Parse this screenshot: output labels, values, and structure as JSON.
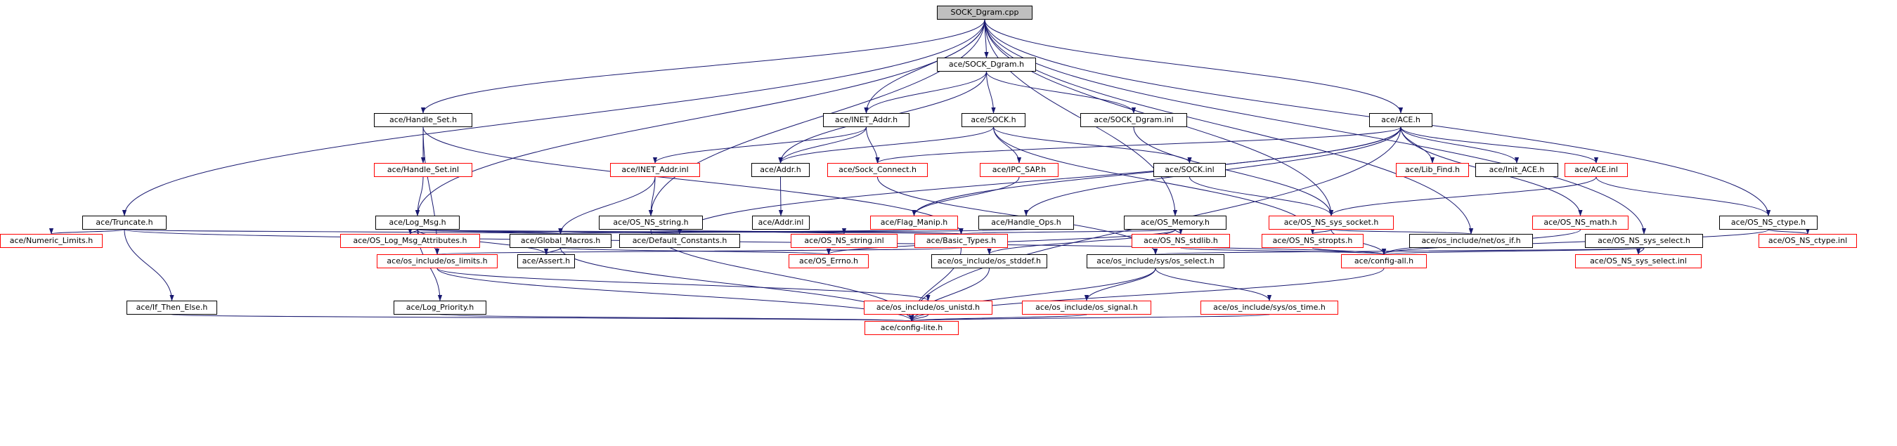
{
  "graph": {
    "colors": {
      "edge": "#191970",
      "node_border": "#000000",
      "missing_border": "#ff0000",
      "root_fill": "#bfbfbf"
    },
    "nodes": [
      {
        "id": "sock_dgram_cpp",
        "label": "SOCK_Dgram.cpp",
        "root": true
      },
      {
        "id": "sock_dgram_h",
        "label": "ace/SOCK_Dgram.h"
      },
      {
        "id": "handle_set_h",
        "label": "ace/Handle_Set.h"
      },
      {
        "id": "inet_addr_h",
        "label": "ace/INET_Addr.h"
      },
      {
        "id": "sock_h",
        "label": "ace/SOCK.h"
      },
      {
        "id": "sock_dgram_inl",
        "label": "ace/SOCK_Dgram.inl"
      },
      {
        "id": "ace_h",
        "label": "ace/ACE.h"
      },
      {
        "id": "handle_set_inl",
        "label": "ace/Handle_Set.inl",
        "missing": true
      },
      {
        "id": "inet_addr_inl",
        "label": "ace/INET_Addr.inl",
        "missing": true
      },
      {
        "id": "addr_h",
        "label": "ace/Addr.h"
      },
      {
        "id": "sock_connect_h",
        "label": "ace/Sock_Connect.h",
        "missing": true
      },
      {
        "id": "ipc_sap_h",
        "label": "ace/IPC_SAP.h",
        "missing": true
      },
      {
        "id": "sock_inl",
        "label": "ace/SOCK.inl"
      },
      {
        "id": "lib_find_h",
        "label": "ace/Lib_Find.h",
        "missing": true
      },
      {
        "id": "init_ace_h",
        "label": "ace/Init_ACE.h"
      },
      {
        "id": "ace_inl",
        "label": "ace/ACE.inl",
        "missing": true
      },
      {
        "id": "truncate_h",
        "label": "ace/Truncate.h"
      },
      {
        "id": "log_msg_h",
        "label": "ace/Log_Msg.h"
      },
      {
        "id": "os_ns_string_h",
        "label": "ace/OS_NS_string.h"
      },
      {
        "id": "addr_inl",
        "label": "ace/Addr.inl"
      },
      {
        "id": "flag_manip_h",
        "label": "ace/Flag_Manip.h",
        "missing": true
      },
      {
        "id": "handle_ops_h",
        "label": "ace/Handle_Ops.h"
      },
      {
        "id": "os_memory_h",
        "label": "ace/OS_Memory.h"
      },
      {
        "id": "os_ns_sys_socket_h",
        "label": "ace/OS_NS_sys_socket.h",
        "missing": true
      },
      {
        "id": "os_ns_math_h",
        "label": "ace/OS_NS_math.h",
        "missing": true
      },
      {
        "id": "os_ns_ctype_h",
        "label": "ace/OS_NS_ctype.h"
      },
      {
        "id": "numeric_limits_h",
        "label": "ace/Numeric_Limits.h",
        "missing": true
      },
      {
        "id": "os_log_msg_attributes_h",
        "label": "ace/OS_Log_Msg_Attributes.h",
        "missing": true
      },
      {
        "id": "global_macros_h",
        "label": "ace/Global_Macros.h"
      },
      {
        "id": "default_constants_h",
        "label": "ace/Default_Constants.h"
      },
      {
        "id": "os_ns_string_inl",
        "label": "ace/OS_NS_string.inl",
        "missing": true
      },
      {
        "id": "basic_types_h",
        "label": "ace/Basic_Types.h",
        "missing": true
      },
      {
        "id": "os_ns_stdlib_h",
        "label": "ace/OS_NS_stdlib.h",
        "missing": true
      },
      {
        "id": "os_ns_stropts_h",
        "label": "ace/OS_NS_stropts.h",
        "missing": true
      },
      {
        "id": "os_if_h",
        "label": "ace/os_include/net/os_if.h"
      },
      {
        "id": "os_ns_sys_select_h",
        "label": "ace/OS_NS_sys_select.h"
      },
      {
        "id": "os_ns_ctype_inl",
        "label": "ace/OS_NS_ctype.inl",
        "missing": true
      },
      {
        "id": "os_limits_h",
        "label": "ace/os_include/os_limits.h",
        "missing": true
      },
      {
        "id": "assert_h",
        "label": "ace/Assert.h"
      },
      {
        "id": "os_errno_h",
        "label": "ace/OS_Errno.h",
        "missing": true
      },
      {
        "id": "os_stddef_h",
        "label": "ace/os_include/os_stddef.h"
      },
      {
        "id": "os_select_h",
        "label": "ace/os_include/sys/os_select.h"
      },
      {
        "id": "config_all_h",
        "label": "ace/config-all.h",
        "missing": true
      },
      {
        "id": "os_ns_sys_select_inl",
        "label": "ace/OS_NS_sys_select.inl",
        "missing": true
      },
      {
        "id": "if_then_else_h",
        "label": "ace/If_Then_Else.h"
      },
      {
        "id": "log_priority_h",
        "label": "ace/Log_Priority.h"
      },
      {
        "id": "os_unistd_h",
        "label": "ace/os_include/os_unistd.h",
        "missing": true
      },
      {
        "id": "os_signal_h",
        "label": "ace/os_include/os_signal.h",
        "missing": true
      },
      {
        "id": "os_time_h",
        "label": "ace/os_include/sys/os_time.h",
        "missing": true
      },
      {
        "id": "config_lite_h",
        "label": "ace/config-lite.h",
        "missing": true
      }
    ],
    "edges": [
      [
        "sock_dgram_cpp",
        "sock_dgram_h"
      ],
      [
        "sock_dgram_cpp",
        "handle_set_h"
      ],
      [
        "sock_dgram_cpp",
        "inet_addr_h"
      ],
      [
        "sock_dgram_cpp",
        "ace_h"
      ],
      [
        "sock_dgram_cpp",
        "truncate_h"
      ],
      [
        "sock_dgram_cpp",
        "log_msg_h"
      ],
      [
        "sock_dgram_cpp",
        "os_ns_string_h"
      ],
      [
        "sock_dgram_cpp",
        "os_memory_h"
      ],
      [
        "sock_dgram_cpp",
        "os_ns_sys_socket_h"
      ],
      [
        "sock_dgram_cpp",
        "os_if_h"
      ],
      [
        "sock_dgram_cpp",
        "os_ns_ctype_h"
      ],
      [
        "sock_dgram_cpp",
        "os_ns_sys_select_h"
      ],
      [
        "sock_dgram_h",
        "inet_addr_h"
      ],
      [
        "sock_dgram_h",
        "sock_h"
      ],
      [
        "sock_dgram_h",
        "sock_dgram_inl"
      ],
      [
        "sock_dgram_h",
        "addr_h"
      ],
      [
        "handle_set_h",
        "handle_set_inl"
      ],
      [
        "handle_set_h",
        "os_limits_h"
      ],
      [
        "handle_set_h",
        "basic_types_h"
      ],
      [
        "inet_addr_h",
        "inet_addr_inl"
      ],
      [
        "inet_addr_h",
        "addr_h"
      ],
      [
        "inet_addr_h",
        "sock_connect_h"
      ],
      [
        "sock_h",
        "addr_h"
      ],
      [
        "sock_h",
        "ipc_sap_h"
      ],
      [
        "sock_h",
        "sock_inl"
      ],
      [
        "sock_h",
        "os_ns_stropts_h"
      ],
      [
        "sock_dgram_inl",
        "os_ns_sys_socket_h"
      ],
      [
        "ace_h",
        "sock_connect_h"
      ],
      [
        "ace_h",
        "flag_manip_h"
      ],
      [
        "ace_h",
        "handle_ops_h"
      ],
      [
        "ace_h",
        "lib_find_h"
      ],
      [
        "ace_h",
        "init_ace_h"
      ],
      [
        "ace_h",
        "ace_inl"
      ],
      [
        "ace_h",
        "os_ns_math_h"
      ],
      [
        "ace_h",
        "default_constants_h"
      ],
      [
        "ace_h",
        "config_lite_h"
      ],
      [
        "handle_set_inl",
        "log_msg_h"
      ],
      [
        "inet_addr_inl",
        "os_ns_string_h"
      ],
      [
        "inet_addr_inl",
        "global_macros_h"
      ],
      [
        "addr_h",
        "addr_inl"
      ],
      [
        "sock_connect_h",
        "os_select_h"
      ],
      [
        "ipc_sap_h",
        "flag_manip_h"
      ],
      [
        "sock_inl",
        "os_ns_sys_socket_h"
      ],
      [
        "ace_inl",
        "os_ns_sys_socket_h"
      ],
      [
        "ace_inl",
        "os_ns_ctype_h"
      ],
      [
        "truncate_h",
        "numeric_limits_h"
      ],
      [
        "truncate_h",
        "global_macros_h"
      ],
      [
        "truncate_h",
        "if_then_else_h"
      ],
      [
        "truncate_h",
        "config_all_h"
      ],
      [
        "log_msg_h",
        "os_log_msg_attributes_h"
      ],
      [
        "log_msg_h",
        "global_macros_h"
      ],
      [
        "log_msg_h",
        "default_constants_h"
      ],
      [
        "log_msg_h",
        "basic_types_h"
      ],
      [
        "log_msg_h",
        "os_limits_h"
      ],
      [
        "log_msg_h",
        "assert_h"
      ],
      [
        "log_msg_h",
        "log_priority_h"
      ],
      [
        "os_ns_string_h",
        "os_ns_string_inl"
      ],
      [
        "os_ns_string_h",
        "basic_types_h"
      ],
      [
        "os_ns_string_h",
        "config_lite_h"
      ],
      [
        "flag_manip_h",
        "global_macros_h"
      ],
      [
        "handle_ops_h",
        "global_macros_h"
      ],
      [
        "os_memory_h",
        "basic_types_h"
      ],
      [
        "os_memory_h",
        "os_errno_h"
      ],
      [
        "os_memory_h",
        "os_ns_stdlib_h"
      ],
      [
        "os_memory_h",
        "os_stddef_h"
      ],
      [
        "os_ns_sys_socket_h",
        "os_ns_stropts_h"
      ],
      [
        "os_ns_sys_socket_h",
        "os_if_h"
      ],
      [
        "os_ns_sys_socket_h",
        "config_all_h"
      ],
      [
        "os_ns_math_h",
        "config_all_h"
      ],
      [
        "os_ns_ctype_h",
        "os_ns_ctype_inl"
      ],
      [
        "os_ns_ctype_h",
        "config_all_h"
      ],
      [
        "global_macros_h",
        "assert_h"
      ],
      [
        "global_macros_h",
        "os_errno_h"
      ],
      [
        "global_macros_h",
        "config_lite_h"
      ],
      [
        "basic_types_h",
        "os_limits_h"
      ],
      [
        "basic_types_h",
        "config_lite_h"
      ],
      [
        "os_ns_stdlib_h",
        "config_all_h"
      ],
      [
        "os_ns_stropts_h",
        "config_all_h"
      ],
      [
        "os_ns_sys_select_h",
        "os_select_h"
      ],
      [
        "os_ns_sys_select_h",
        "config_all_h"
      ],
      [
        "os_ns_sys_select_h",
        "os_ns_sys_select_inl"
      ],
      [
        "os_limits_h",
        "os_unistd_h"
      ],
      [
        "os_limits_h",
        "config_lite_h"
      ],
      [
        "os_stddef_h",
        "config_lite_h"
      ],
      [
        "os_select_h",
        "os_signal_h"
      ],
      [
        "os_select_h",
        "os_time_h"
      ],
      [
        "os_select_h",
        "config_lite_h"
      ],
      [
        "config_all_h",
        "config_lite_h"
      ],
      [
        "if_then_else_h",
        "config_lite_h"
      ],
      [
        "log_priority_h",
        "config_lite_h"
      ],
      [
        "os_unistd_h",
        "config_lite_h"
      ],
      [
        "os_signal_h",
        "config_lite_h"
      ],
      [
        "os_time_h",
        "config_lite_h"
      ]
    ]
  }
}
